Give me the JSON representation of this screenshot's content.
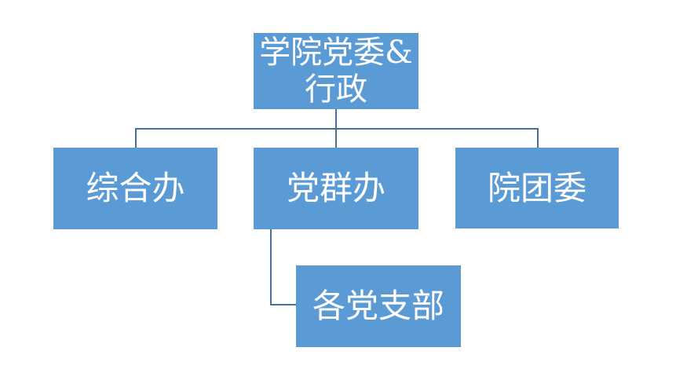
{
  "org_chart": {
    "type": "org-chart-diagram",
    "background": "#ffffff",
    "node_fill_color": "#5b9bd5",
    "node_text_color": "#ffffff",
    "connector_color": "#41719c",
    "root": {
      "label": "学院党委&\n行政",
      "children": [
        {
          "label": "综合办",
          "children": []
        },
        {
          "label": "党群办",
          "children": [
            {
              "label": "各党支部"
            }
          ]
        },
        {
          "label": "院团委",
          "children": []
        }
      ]
    }
  }
}
